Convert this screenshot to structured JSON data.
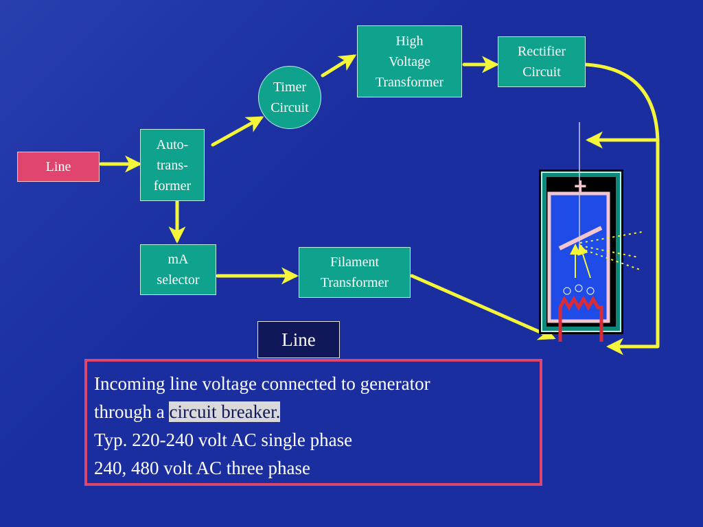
{
  "diagram": {
    "line_box": "Line",
    "autotransformer": [
      "Auto-",
      "trans-",
      "former"
    ],
    "timer": [
      "Timer",
      "Circuit"
    ],
    "hv_transformer": [
      "High",
      "Voltage",
      "Transformer"
    ],
    "rectifier": [
      "Rectifier",
      "Circuit"
    ],
    "ma_selector": [
      "mA",
      "selector"
    ],
    "filament_transformer": [
      "Filament",
      "Transformer"
    ],
    "tube_anode_symbol": "+"
  },
  "label": "Line",
  "note": {
    "line1": "Incoming line voltage connected to generator",
    "line2_prefix": "through a ",
    "line2_highlight": "circuit breaker.",
    "line3": "Typ. 220-240 volt AC single phase",
    "line4": "240, 480 volt AC three phase"
  },
  "colors": {
    "background": "#1a2e9f",
    "box": "#0fa38e",
    "line_box": "#e0456e",
    "arrow": "#f5f53a",
    "tube_glass": "#0d8a7c",
    "tube_inner": "#1f4be6",
    "filament": "#d92c3a",
    "xray_dots": "#f5f53a"
  }
}
